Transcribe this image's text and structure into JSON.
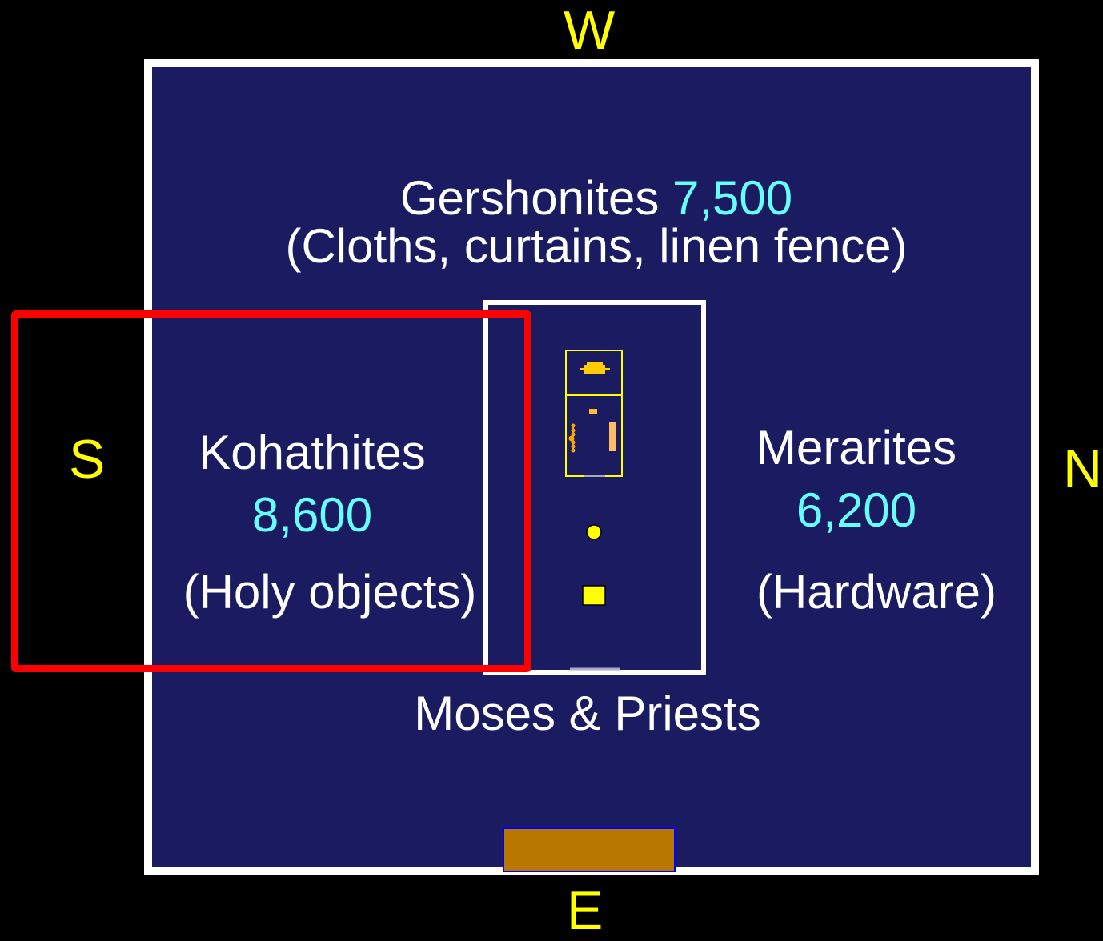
{
  "directions": {
    "west": "W",
    "south": "S",
    "north": "N",
    "east": "E"
  },
  "west_group": {
    "name": "Gershonites",
    "count": "7,500",
    "duty": "(Cloths, curtains, linen fence)"
  },
  "south_group": {
    "name": "Kohathites",
    "count": "8,600",
    "duty": "(Holy objects)"
  },
  "north_group": {
    "name": "Merarites",
    "count": "6,200",
    "duty": "(Hardware)"
  },
  "east_group": {
    "name": "Moses & Priests"
  },
  "colors": {
    "background": "#000000",
    "camp_fill": "#1b1b62",
    "border": "#ffffff",
    "direction_text": "#ffff00",
    "count_text": "#66ffff",
    "gate": "#b87800",
    "highlight": "#ff0000",
    "furniture": "#ffff00"
  }
}
